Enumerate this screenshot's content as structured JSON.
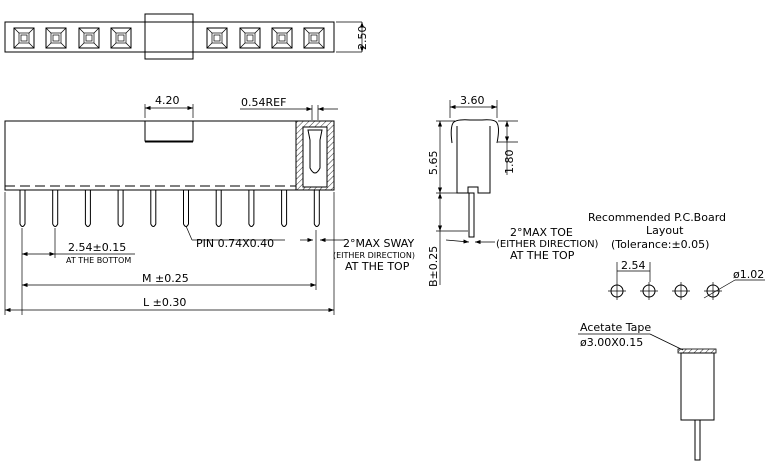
{
  "top_view": {
    "height_dim": "2.50"
  },
  "side_view": {
    "tab_width_dim": "4.20",
    "ref_dim": "0.54REF",
    "pitch_dim": "2.54±0.15",
    "pitch_note": "AT THE BOTTOM",
    "pin_note": "PIN 0.74X0.40",
    "m_dim": "M ±0.25",
    "l_dim": "L ±0.30",
    "sway_note": [
      "2°MAX SWAY",
      "(EITHER DIRECTION)",
      "AT THE TOP"
    ],
    "pin_count": 10
  },
  "end_view": {
    "width_dim": "3.60",
    "height_dim": "5.65",
    "contact_dim": "1.80",
    "b_dim": "B±0.25",
    "toe_note": [
      "2°MAX TOE",
      "(EITHER DIRECTION)",
      "AT THE TOP"
    ]
  },
  "pcb_layout": {
    "title": [
      "Recommended P.C.Board",
      "Layout",
      "(Tolerance:±0.05)"
    ],
    "pitch_dim": "2.54",
    "hole_dim": "ø1.02",
    "hole_count": 4
  },
  "tape": {
    "label": "Acetate Tape",
    "dim": "ø3.00X0.15"
  }
}
